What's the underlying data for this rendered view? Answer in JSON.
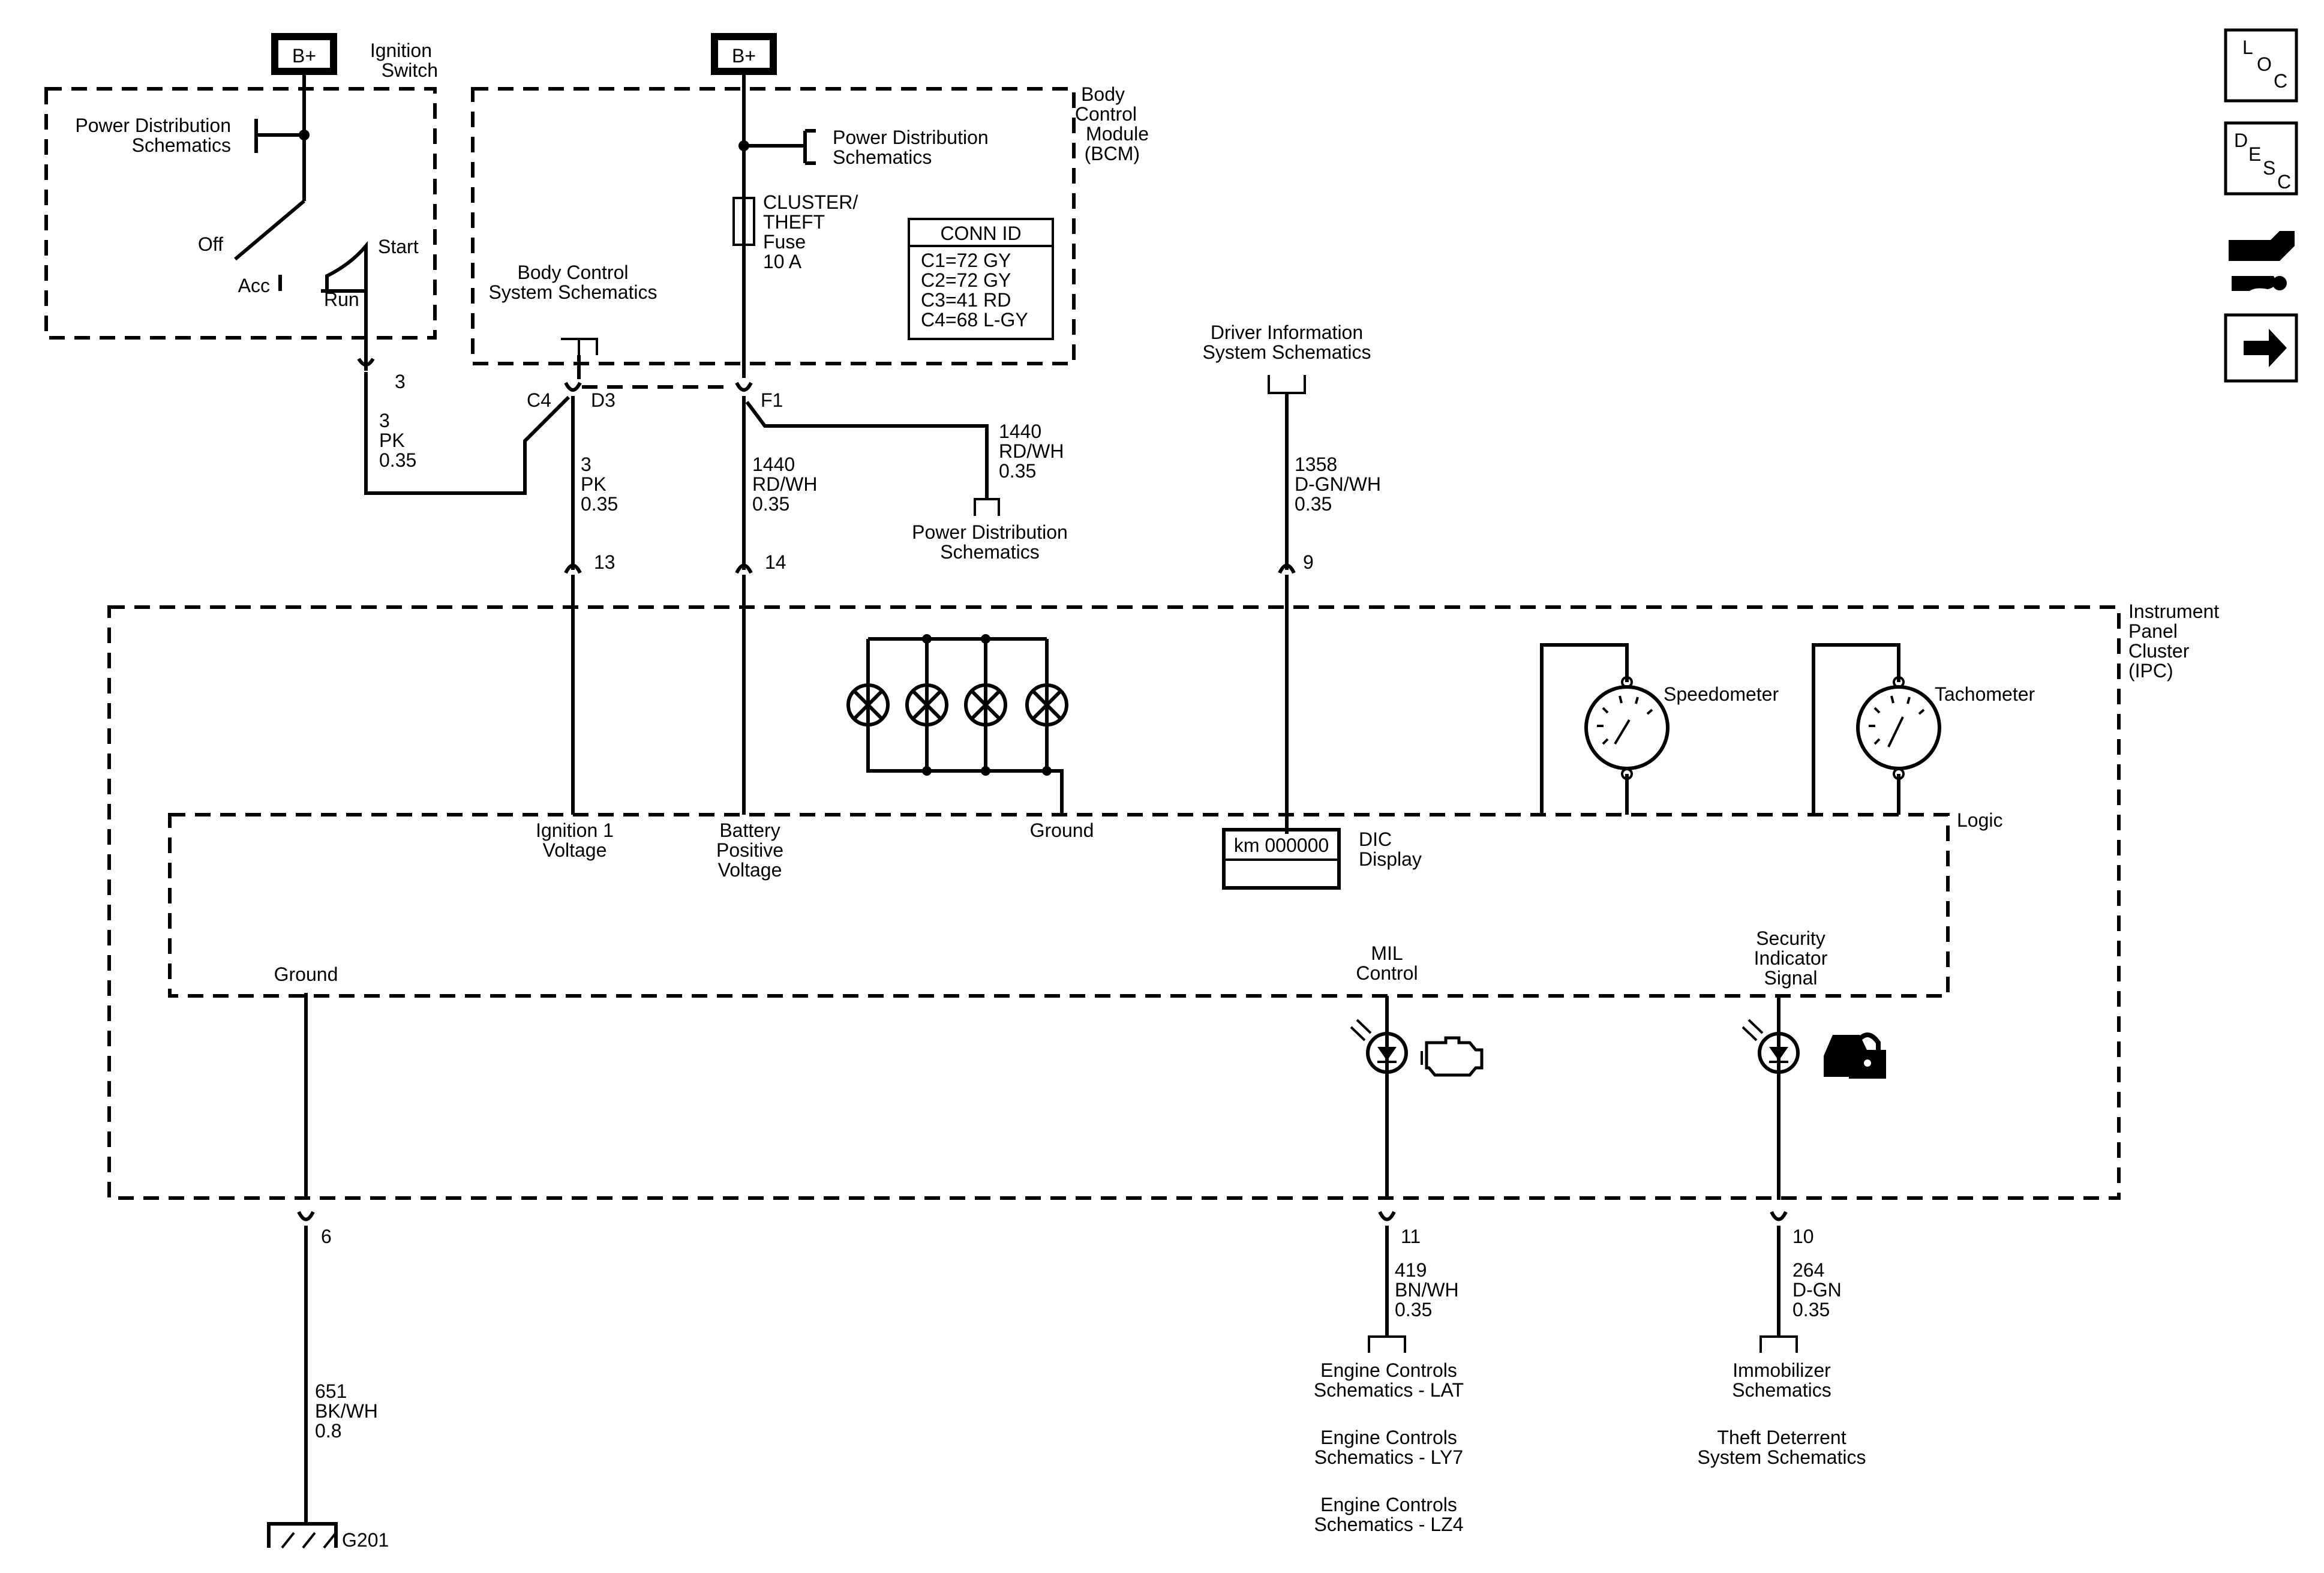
{
  "power": {
    "bplus_left": "B+",
    "bplus_right": "B+"
  },
  "ignition_switch": {
    "title": [
      "Ignition",
      "Switch"
    ],
    "pd_ref": [
      "Power Distribution",
      "Schematics"
    ],
    "off": "Off",
    "acc": "Acc",
    "run": "Run",
    "start": "Start"
  },
  "bcm": {
    "title": [
      "Body",
      "Control",
      "Module",
      "(BCM)"
    ],
    "pd_ref": [
      "Power Distribution",
      "Schematics"
    ],
    "fuse": [
      "CLUSTER/",
      "THEFT",
      "Fuse",
      "10 A"
    ],
    "conn_id_title": "CONN ID",
    "conn_id": [
      "C1=72 GY",
      "C2=72 GY",
      "C3=41 RD",
      "C4=68 L-GY"
    ],
    "bcs_ref": [
      "Body Control",
      "System Schematics"
    ]
  },
  "connectors": {
    "c4": "C4",
    "d3": "D3",
    "f1": "F1",
    "pin_ign": "3",
    "pin13": "13",
    "pin14": "14",
    "pin9": "9",
    "pin6": "6",
    "pin11": "11",
    "pin10": "10"
  },
  "wires": {
    "ign_switch": [
      "3",
      "PK",
      "0.35"
    ],
    "ign_bcm": [
      "3",
      "PK",
      "0.35"
    ],
    "batt": [
      "1440",
      "RD/WH",
      "0.35"
    ],
    "batt_branch": [
      "1440",
      "RD/WH",
      "0.35"
    ],
    "dic": [
      "1358",
      "D-GN/WH",
      "0.35"
    ],
    "ground": [
      "651",
      "BK/WH",
      "0.8"
    ],
    "mil": [
      "419",
      "BN/WH",
      "0.35"
    ],
    "security": [
      "264",
      "D-GN",
      "0.35"
    ]
  },
  "refs": {
    "pd_branch": [
      "Power Distribution",
      "Schematics"
    ],
    "dis": [
      "Driver Information",
      "System Schematics"
    ],
    "ec_lat": [
      "Engine Controls",
      "Schematics - LAT"
    ],
    "ec_ly7": [
      "Engine Controls",
      "Schematics - LY7"
    ],
    "ec_lz4": [
      "Engine Controls",
      "Schematics - LZ4"
    ],
    "immobilizer": [
      "Immobilizer",
      "Schematics"
    ],
    "theft": [
      "Theft Deterrent",
      "System Schematics"
    ]
  },
  "ipc": {
    "title": [
      "Instrument",
      "Panel",
      "Cluster",
      "(IPC)"
    ],
    "logic": "Logic",
    "ignition_voltage": [
      "Ignition 1",
      "Voltage"
    ],
    "battery_voltage": [
      "Battery",
      "Positive",
      "Voltage"
    ],
    "lamp_ground": "Ground",
    "logic_ground": "Ground",
    "speedometer": "Speedometer",
    "tachometer": "Tachometer",
    "dic_value": "km 000000",
    "dic_label": [
      "DIC",
      "Display"
    ],
    "mil_label": [
      "MIL",
      "Control"
    ],
    "security_label": [
      "Security",
      "Indicator",
      "Signal"
    ],
    "ground_id": "G201"
  },
  "nav": {
    "loc": [
      "L",
      "O",
      "C"
    ],
    "desc": [
      "D",
      "E",
      "S",
      "C"
    ],
    "connector_icon": "connector-wrench-icon",
    "next_icon": "arrow-right-icon"
  },
  "icons": {
    "engine": "check-engine-icon",
    "security": "car-lock-icon",
    "lamp": "bulb-icon",
    "led": "led-icon",
    "gauge": "gauge-icon",
    "ground": "ground-symbol-icon"
  }
}
